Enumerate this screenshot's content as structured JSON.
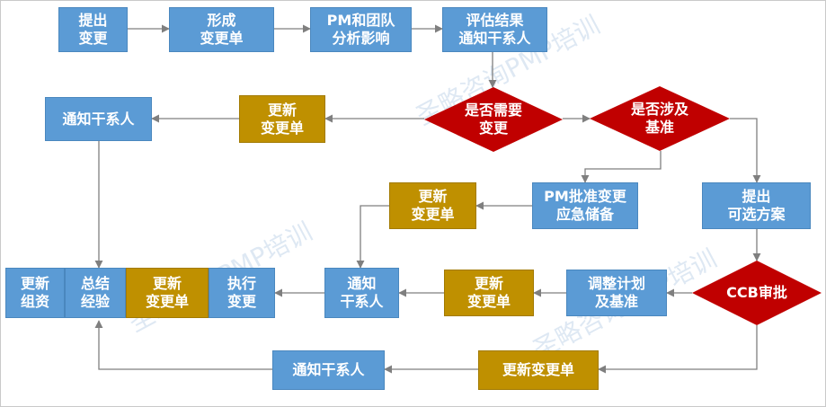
{
  "nodes": {
    "propose_change": "提出\n变更",
    "create_change_request": "形成\n变更单",
    "pm_team_analyze": "PM和团队\n分析影响",
    "notify_stakeholders_top": "评估结果\n通知干系人",
    "notify_stakeholders_left": "通知干系人",
    "update_change_log_top": "更新\n变更单",
    "need_change_decision": "是否需要\n变更",
    "involves_baseline_decision": "是否涉及\n基准",
    "update_change_log_mid": "更新\n变更单",
    "pm_approve_reserve": "PM批准变更\n应急储备",
    "propose_options": "提出\n可选方案",
    "update_assets": "更新\n组资",
    "summarize_experience": "总结\n经验",
    "update_change_log_bottom": "更新\n变更单",
    "execute_change": "执行\n变更",
    "notify_stakeholders_mid": "通知\n干系人",
    "update_change_log_row4": "更新\n变更单",
    "adjust_plan_baseline": "调整计划\n及基准",
    "ccb_approval": "CCB审批",
    "notify_stakeholders_bottom": "通知干系人",
    "update_change_log_wide": "更新变更单"
  },
  "watermark": "圣略咨询PMP培训",
  "colors": {
    "process_box": "#5b9bd5",
    "update_box": "#bf9000",
    "decision": "#c00000",
    "arrow": "#7f7f7f"
  }
}
